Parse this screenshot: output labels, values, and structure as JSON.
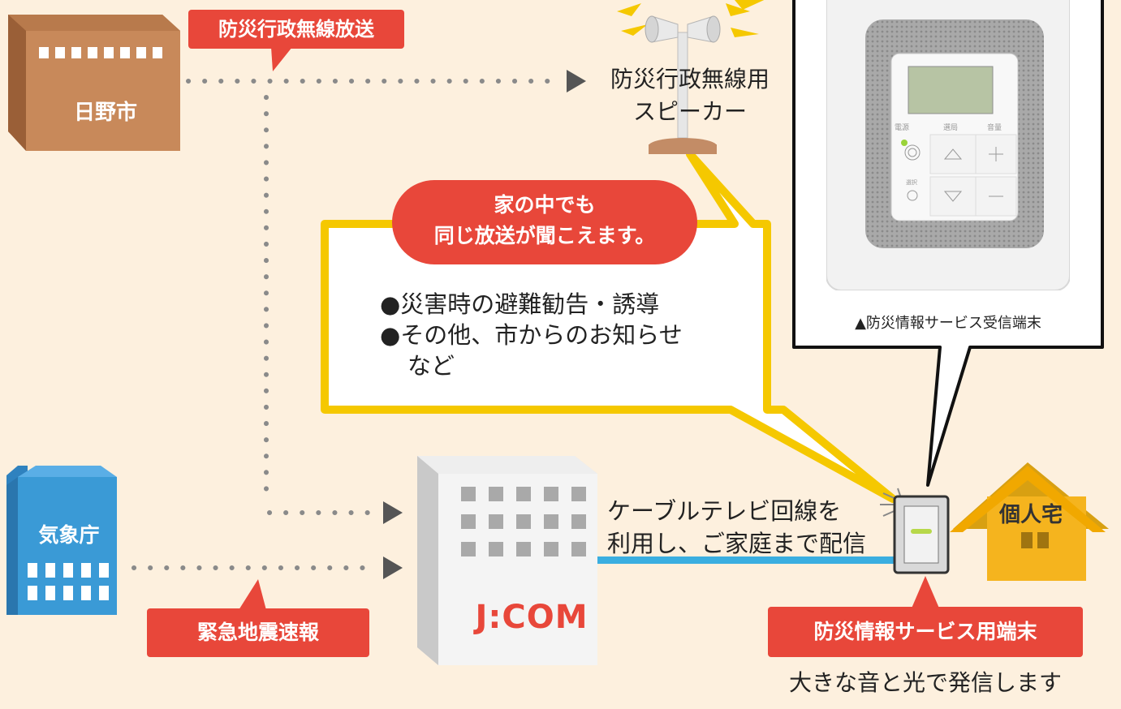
{
  "colors": {
    "background": "#fdf0de",
    "label_red": "#e8473a",
    "callout_yellow": "#f5c800",
    "cable_blue": "#3aaee0",
    "city_building": "#c8895a",
    "jma_building": "#3a9ad6",
    "house": "#f5b41e"
  },
  "labels": {
    "city_name": "日野市",
    "bousai_broadcast": "防災行政無線放送",
    "speaker_line1": "防災行政無線用",
    "speaker_line2": "スピーカー",
    "jma_name": "気象庁",
    "eew": "緊急地震速報",
    "jcom_logo": "J:COM",
    "cable_line1": "ケーブルテレビ回線を",
    "cable_line2": "利用し、ご家庭まで配信",
    "house_name": "個人宅",
    "terminal_label": "防災情報サービス用端末",
    "terminal_note": "大きな音と光で発信します",
    "device_caption": "▲防災情報サービス受信端末"
  },
  "callout": {
    "head_line1": "家の中でも",
    "head_line2": "同じ放送が聞こえます。",
    "item1": "●災害時の避難勧告・誘導",
    "item2": "●その他、市からのお知らせ",
    "item3": "など"
  },
  "device": {
    "btn_power": "電源",
    "btn_select": "選局",
    "btn_volume": "音量",
    "btn_choose": "選択"
  }
}
